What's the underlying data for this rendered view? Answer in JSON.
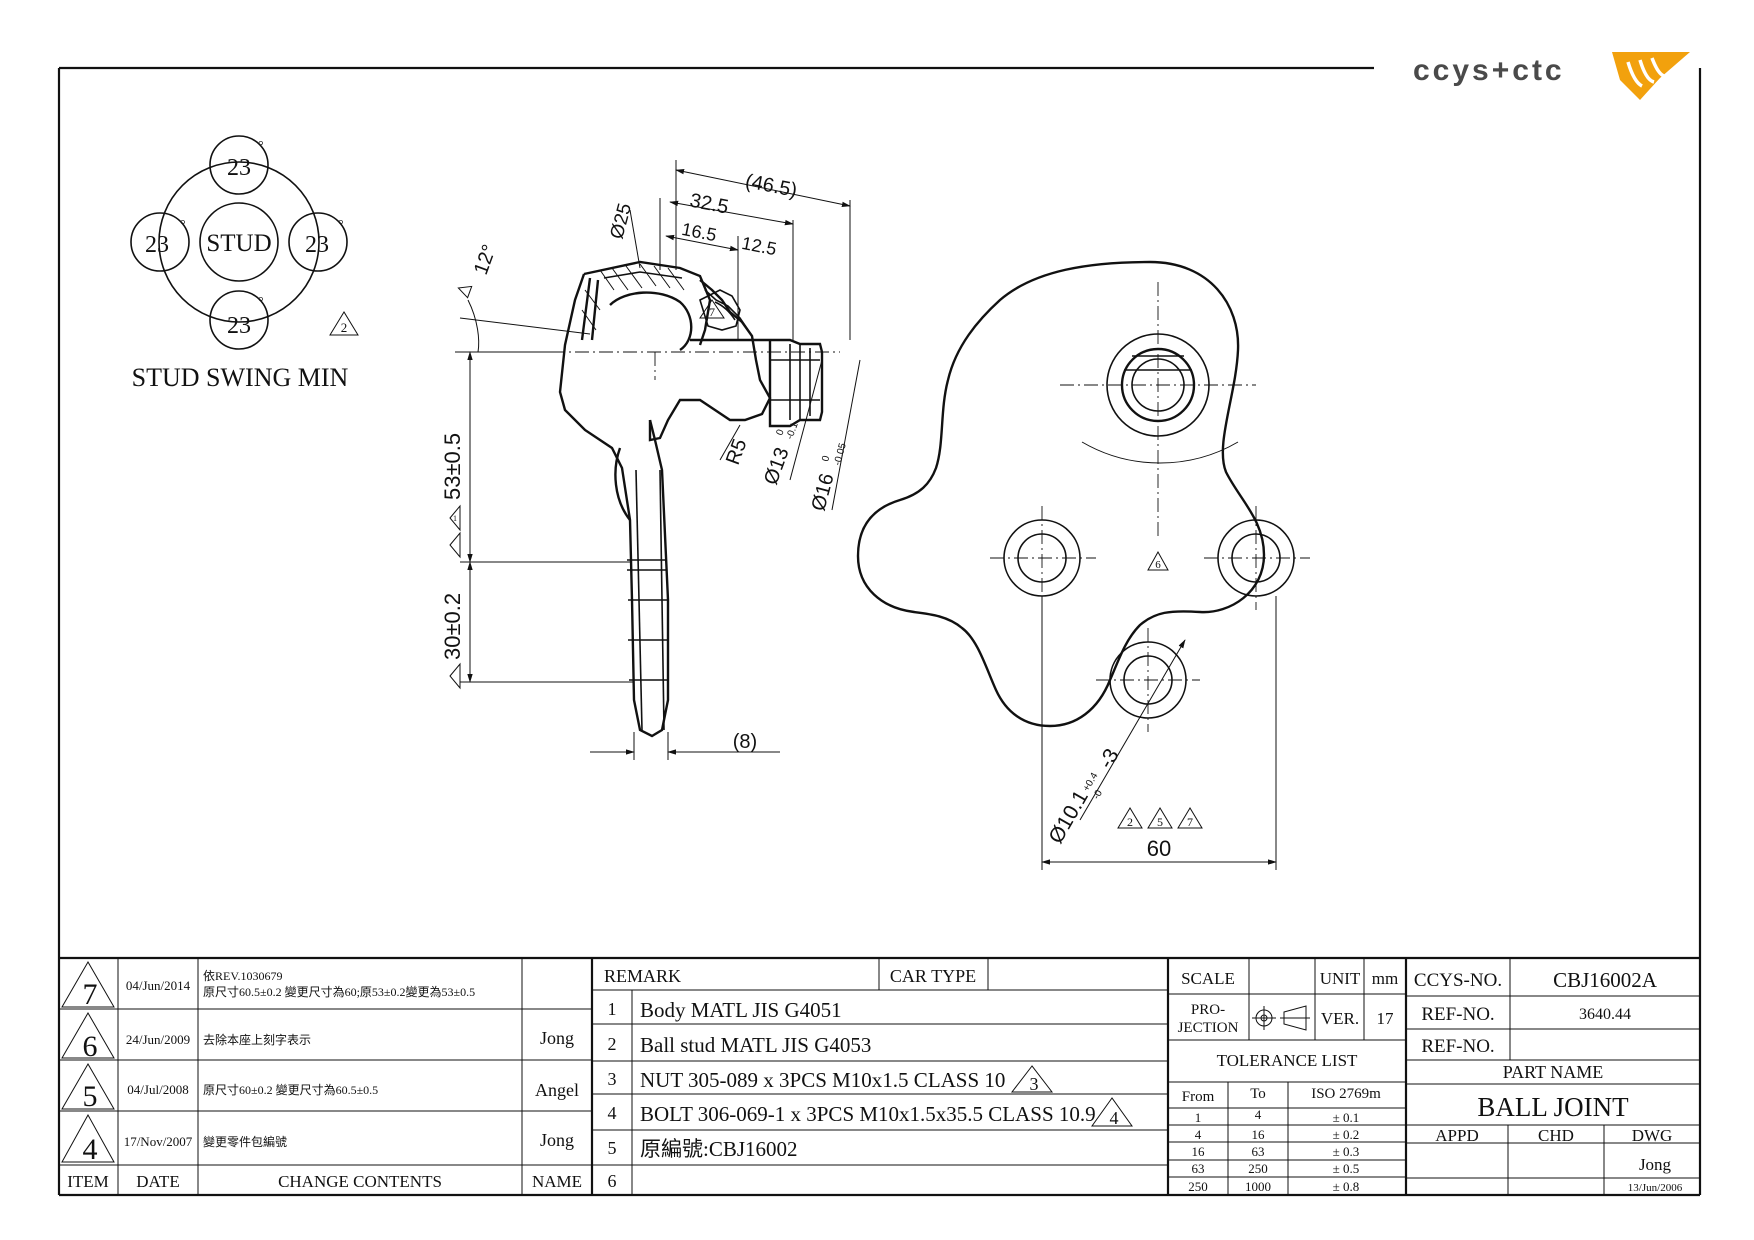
{
  "logo": {
    "text": "ccys+ctc",
    "mark_color": "#f2a10d",
    "text_color": "#4a4a4a"
  },
  "swing_diagram": {
    "center_label": "STUD",
    "angles": [
      "23",
      "23",
      "23",
      "23"
    ],
    "degree_mark": "°",
    "caption": "STUD SWING MIN",
    "revision_marker": "2"
  },
  "side_view": {
    "dims": {
      "d_46_5": "(46.5)",
      "d_32_5": "32.5",
      "d_16_5": "16.5",
      "d_12_5": "12.5",
      "d_phi25": "Ø25",
      "d_angle": "12°",
      "d_53": "53±0.5",
      "d_30": "30±0.2",
      "d_8": "(8)",
      "d_r5": "R5",
      "d_phi13": "Ø13",
      "d_phi13_tol_upper": "0",
      "d_phi13_tol_lower": "-0.1",
      "d_phi16": "Ø16",
      "d_phi16_tol_upper": "0",
      "d_phi16_tol_lower": "-0.05"
    },
    "markers": {
      "m1": "1",
      "m2": "2",
      "m3": "3",
      "m4": "7"
    }
  },
  "front_view": {
    "dims": {
      "d_hole": "Ø10.1",
      "d_hole_tol_upper": "+0.4",
      "d_hole_tol_lower": "-0",
      "d_hole_qty": "-3",
      "d_60": "60"
    },
    "center_marker": "6",
    "markers": [
      "2",
      "5",
      "7"
    ]
  },
  "revisions": [
    {
      "item": "7",
      "date": "04/Jun/2014",
      "line1": "依REV.1030679",
      "line2": "原尺寸60.5±0.2 變更尺寸為60;原53±0.2變更為53±0.5",
      "name": ""
    },
    {
      "item": "6",
      "date": "24/Jun/2009",
      "line1": "去除本座上刻字表示",
      "line2": "",
      "name": "Jong"
    },
    {
      "item": "5",
      "date": "04/Jul/2008",
      "line1": "原尺寸60±0.2 變更尺寸為60.5±0.5",
      "line2": "",
      "name": "Angel"
    },
    {
      "item": "4",
      "date": "17/Nov/2007",
      "line1": "變更零件包編號",
      "line2": "",
      "name": "Jong"
    }
  ],
  "rev_headers": {
    "item": "ITEM",
    "date": "DATE",
    "contents": "CHANGE CONTENTS",
    "name": "NAME"
  },
  "remarks": {
    "header": "REMARK",
    "car_type_label": "CAR TYPE",
    "car_type_value": "",
    "rows": [
      {
        "no": "1",
        "text": "Body MATL JIS G4051",
        "marker": ""
      },
      {
        "no": "2",
        "text": "Ball stud MATL JIS G4053",
        "marker": ""
      },
      {
        "no": "3",
        "text": "NUT 305-089 x 3PCS M10x1.5 CLASS 10",
        "marker": "3"
      },
      {
        "no": "4",
        "text": "BOLT 306-069-1 x 3PCS M10x1.5x35.5 CLASS 10.9",
        "marker": "4"
      },
      {
        "no": "5",
        "text": "原編號:CBJ16002",
        "marker": ""
      },
      {
        "no": "6",
        "text": "",
        "marker": ""
      }
    ]
  },
  "info": {
    "scale_label": "SCALE",
    "scale_value": "",
    "unit_label": "UNIT",
    "unit_value": "mm",
    "projection_label_1": "PRO-",
    "projection_label_2": "JECTION",
    "ver_label": "VER.",
    "ver_value": "17",
    "tolerance_title": "TOLERANCE LIST",
    "tol_headers": {
      "from": "From",
      "to": "To",
      "std": "ISO 2769m"
    },
    "tolerances": [
      {
        "from": "1",
        "to": "4",
        "tol": "± 0.1"
      },
      {
        "from": "4",
        "to": "16",
        "tol": "± 0.2"
      },
      {
        "from": "16",
        "to": "63",
        "tol": "± 0.3"
      },
      {
        "from": "63",
        "to": "250",
        "tol": "± 0.5"
      },
      {
        "from": "250",
        "to": "1000",
        "tol": "± 0.8"
      }
    ]
  },
  "title_block": {
    "ccys_no_label": "CCYS-NO.",
    "ccys_no_value": "CBJ16002A",
    "ref_no_label_1": "REF-NO.",
    "ref_no_value_1": "3640.44",
    "ref_no_label_2": "REF-NO.",
    "ref_no_value_2": "",
    "part_name_label": "PART NAME",
    "part_name_value": "BALL JOINT",
    "appd_label": "APPD",
    "chd_label": "CHD",
    "dwg_label": "DWG",
    "dwg_name": "Jong",
    "dwg_date": "13/Jun/2006"
  }
}
